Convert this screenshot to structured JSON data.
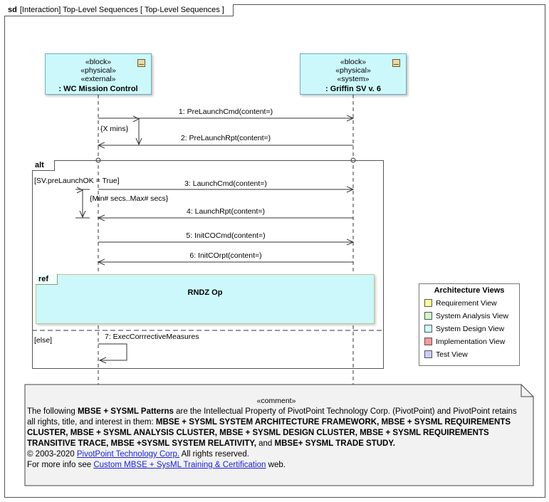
{
  "frame": {
    "kind": "sd",
    "title": "[Interaction] Top-Level Sequences [ Top-Level Sequences ]"
  },
  "lifelines": [
    {
      "stereotypes": [
        "«block»",
        "«physical»",
        "«external»"
      ],
      "name": ": WC Mission Control"
    },
    {
      "stereotypes": [
        "«block»",
        "«physical»",
        "«system»"
      ],
      "name": ": Griffin SV v. 6"
    }
  ],
  "messages": [
    {
      "label": "1: PreLaunchCmd(content=)"
    },
    {
      "label": "2: PreLaunchRpt(content=)"
    },
    {
      "label": "3: LaunchCmd(content=)"
    },
    {
      "label": "4: LaunchRpt(content=)"
    },
    {
      "label": "5: InitCOCmd(content=)"
    },
    {
      "label": "6: InitCOrpt(content=)"
    },
    {
      "label": "7: ExecCorrrectiveMeasures"
    }
  ],
  "constraints": {
    "duration1": "{X mins}",
    "duration2": "{Min# secs..Max# secs}"
  },
  "alt": {
    "operator": "alt",
    "guard1": "[SV.preLaunchOK = True]",
    "guard2": "[else]"
  },
  "ref": {
    "operator": "ref",
    "name": "RNDZ Op"
  },
  "legend": {
    "title": "Architecture Views",
    "items": [
      {
        "label": "Requirement View",
        "color": "#ffff99"
      },
      {
        "label": "System Analysis View",
        "color": "#ccffcc"
      },
      {
        "label": "System Design View",
        "color": "#ccffff"
      },
      {
        "label": "Implementation View",
        "color": "#ff9999"
      },
      {
        "label": "Test View",
        "color": "#ccccff"
      }
    ]
  },
  "comment": {
    "stereotype": "«comment»",
    "p1_a": "The following ",
    "p1_b": "MBSE + SYSML Patterns",
    "p1_c": " are the Intellectual Property of PivotPoint Technology Corp. (PivotPoint) and PivotPoint retains all rights, title, and interest in them: ",
    "p1_d": "MBSE + SYSML SYSTEM ARCHITECTURE FRAMEWORK, MBSE + SYSML REQUIREMENTS CLUSTER, MBSE + SYSML ANALYSIS CLUSTER, MBSE + SYSML DESIGN CLUSTER, MBSE + SYSML REQUIREMENTS TRANSITIVE TRACE, MBSE +SYSML SYSTEM RELATIVITY,",
    "p1_e": " and ",
    "p1_f": "MBSE+ SYSML TRADE STUDY.",
    "p2_a": "© 2003-2020 ",
    "p2_link": "PivotPoint Technology Corp.",
    "p2_b": " All rights reserved.",
    "p3_a": "For more info see ",
    "p3_link": "Custom MBSE + SysML Training & Certification",
    "p3_b": " web."
  }
}
